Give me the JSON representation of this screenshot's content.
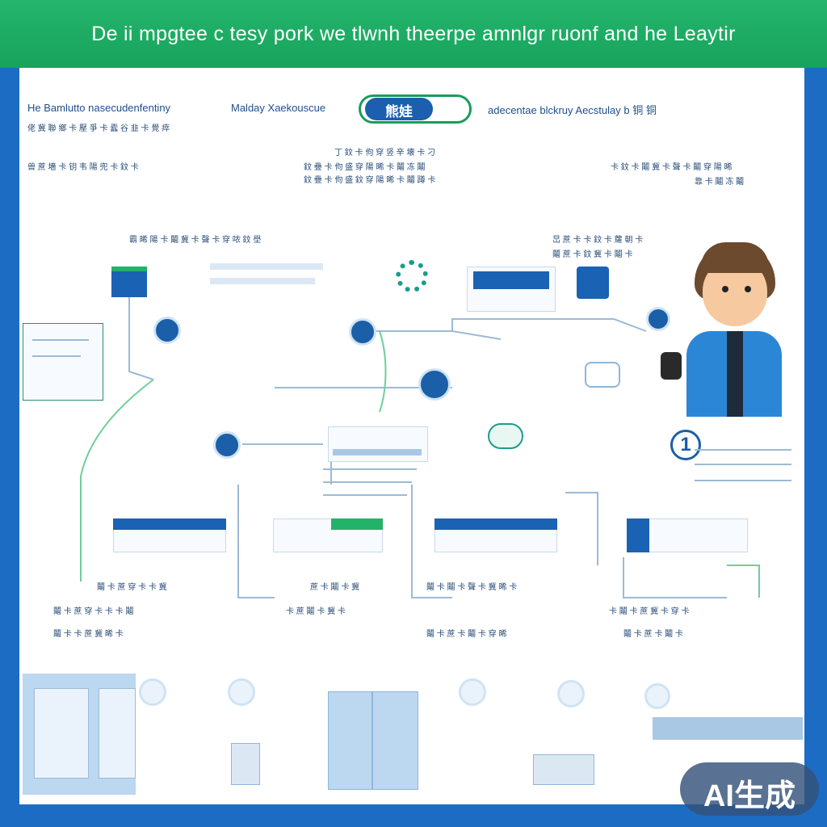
{
  "banner": {
    "title": "De ii mpgtee c tesy pork we tlwnh theerpe amnlgr ruonf and he Leaytir"
  },
  "top_row": {
    "left_heading": "He Bamlutto nasecudenfentiny",
    "mid_heading": "Malday Xaekouscue",
    "pill_label": "熊娃",
    "right_heading": "adecentae blckruy Aecstulay b 铜 铜"
  },
  "annotations": {
    "left_sub": "佬 冀 聯 鄉 卡 壓 爭 卡 蠹 谷 韭 卡 覺 瘁",
    "left_note": "兽 蔗 墻 卡 钥 韦 陽 兜 卡 鈫 卡",
    "center_note_1": "丁 鈫 卡 佝 穿 竖 辛 壊 卡 刁",
    "center_note_2": "鈫 疊 卡 佝 盛 穿 陽 晞 卡 鬮 冻 鬮",
    "center_note_3": "鈫 疊 卡 佝 盛 鈫 穿 陽 晞 卡 鬮 蹲 卡",
    "right_note_1": "卡 鈫 卡 鬮 冀 卡 聲 卡 鬮 穿 陽 晞",
    "right_note_2": "靠 卡 鬮 冻 鬮",
    "mid_left_label": "霸 晞 陽 卡 鬮 冀 卡 聲 卡 穿 哝 鈫 壆",
    "mid_right_label_1": "旵 蔗 卡 卡 鈫 卡 蘿 朝 卡",
    "mid_right_label_2": "鬮 蔗 卡 鈫 冀 卡 鬮 卡"
  },
  "bottom_labels": {
    "l1_a": "鬮 卡 蔗 穿 卡 卡 冀",
    "l1_b": "鬮 卡 蔗 穿 卡 卡 卡 鬮",
    "l1_c": "鬮 卡 卡 蔗 冀 晞 卡",
    "l2_a": "蔗 卡 鬮 卡 冀",
    "l2_b": "卡 蔗 鬮 卡 冀 卡",
    "l3_a": "鬮 卡 鬮 卡 聲 卡 冀 晞 卡",
    "l3_b": "鬮 卡 蔗 卡 鬮 卡 穿 晞",
    "l4_a": "卡 鬮 卡 蔗 冀 卡 穿 卡",
    "l4_b": "鬮 卡 蔗 卡 鬮 卡"
  },
  "step_number": "1",
  "watermark": "AI生成",
  "colors": {
    "banner": "#1fad63",
    "frame": "#1c6cc4",
    "accent_blue": "#1a5fa8",
    "accent_green": "#22b26a"
  }
}
